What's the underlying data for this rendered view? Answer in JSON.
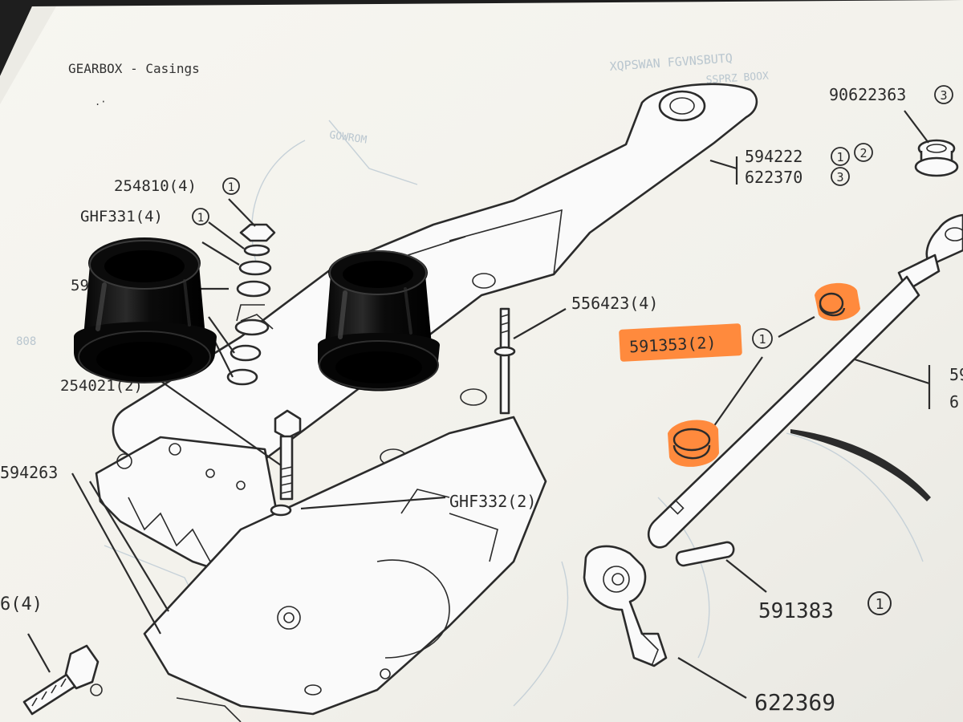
{
  "header": {
    "title": "GEARBOX - Casings"
  },
  "callouts": {
    "c1": {
      "num": "90622363",
      "ref": "3"
    },
    "c2a": {
      "num": "594222",
      "ref1": "1",
      "ref2": "2"
    },
    "c2b": {
      "num": "622370",
      "ref": "3"
    },
    "c3": {
      "num": "254810(4)",
      "ref": "1"
    },
    "c4": {
      "num": "GHF331(4)",
      "ref": "1"
    },
    "c5": {
      "num": "556423(4)"
    },
    "c6": {
      "num": "591353(2)",
      "ref": "1"
    },
    "c7": {
      "num": "254021(2)"
    },
    "c8": {
      "num": "GHF332(2)"
    },
    "c9": {
      "num": "594263"
    },
    "c10": {
      "num": "591383",
      "ref": "1"
    },
    "c11": {
      "num": "622369"
    },
    "c12": {
      "num": "6(4)"
    },
    "c13": {
      "num": "59"
    },
    "c14": {
      "num": "6"
    },
    "c15": {
      "num": "59"
    }
  },
  "colors": {
    "paper": "#f4f3ee",
    "ink": "#2b2b2b",
    "highlight": "#ff8a3d",
    "bushing": "#0d0d0d",
    "background": "#1e1e1e"
  }
}
